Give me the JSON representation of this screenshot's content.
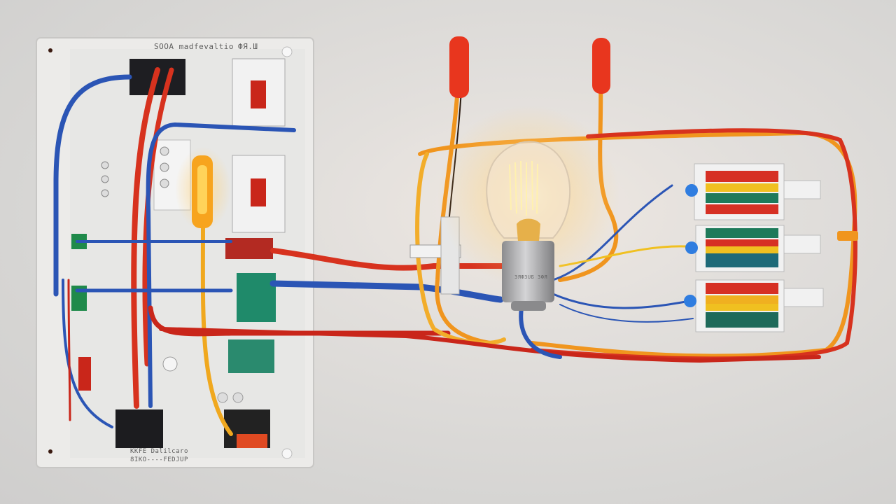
{
  "scene": {
    "description": "Photograph of an electrical wiring setup on a light grey wall: a white panel board with breakers, connectors and colored wires on the left, a glowing filament light bulb in a silver socket in the center, and three multi-color terminal blocks on the right joined by looped red, orange, blue and yellow wires.",
    "colors": {
      "wall": "#d9d8d6",
      "panel": "#ecebe9",
      "wire_red": "#d7321e",
      "wire_orange": "#f0951e",
      "wire_blue": "#2b55b5",
      "wire_yellow": "#f0b020",
      "terminal_green": "#1f8a6a",
      "bulb_glow": "#ffc866",
      "socket": "#b9b9bb"
    }
  },
  "panel": {
    "top_label": "SOOA madfevaltio",
    "top_right_label": "ФЯ.Ш",
    "bottom_label_1": "KKFE Dalilcaro",
    "bottom_label_2": "8IKO----FEDJUP"
  },
  "bulb": {
    "socket_text": "ЗЯФЗUБ ЗФЯ"
  },
  "terminal_blocks": {
    "count": 3
  }
}
